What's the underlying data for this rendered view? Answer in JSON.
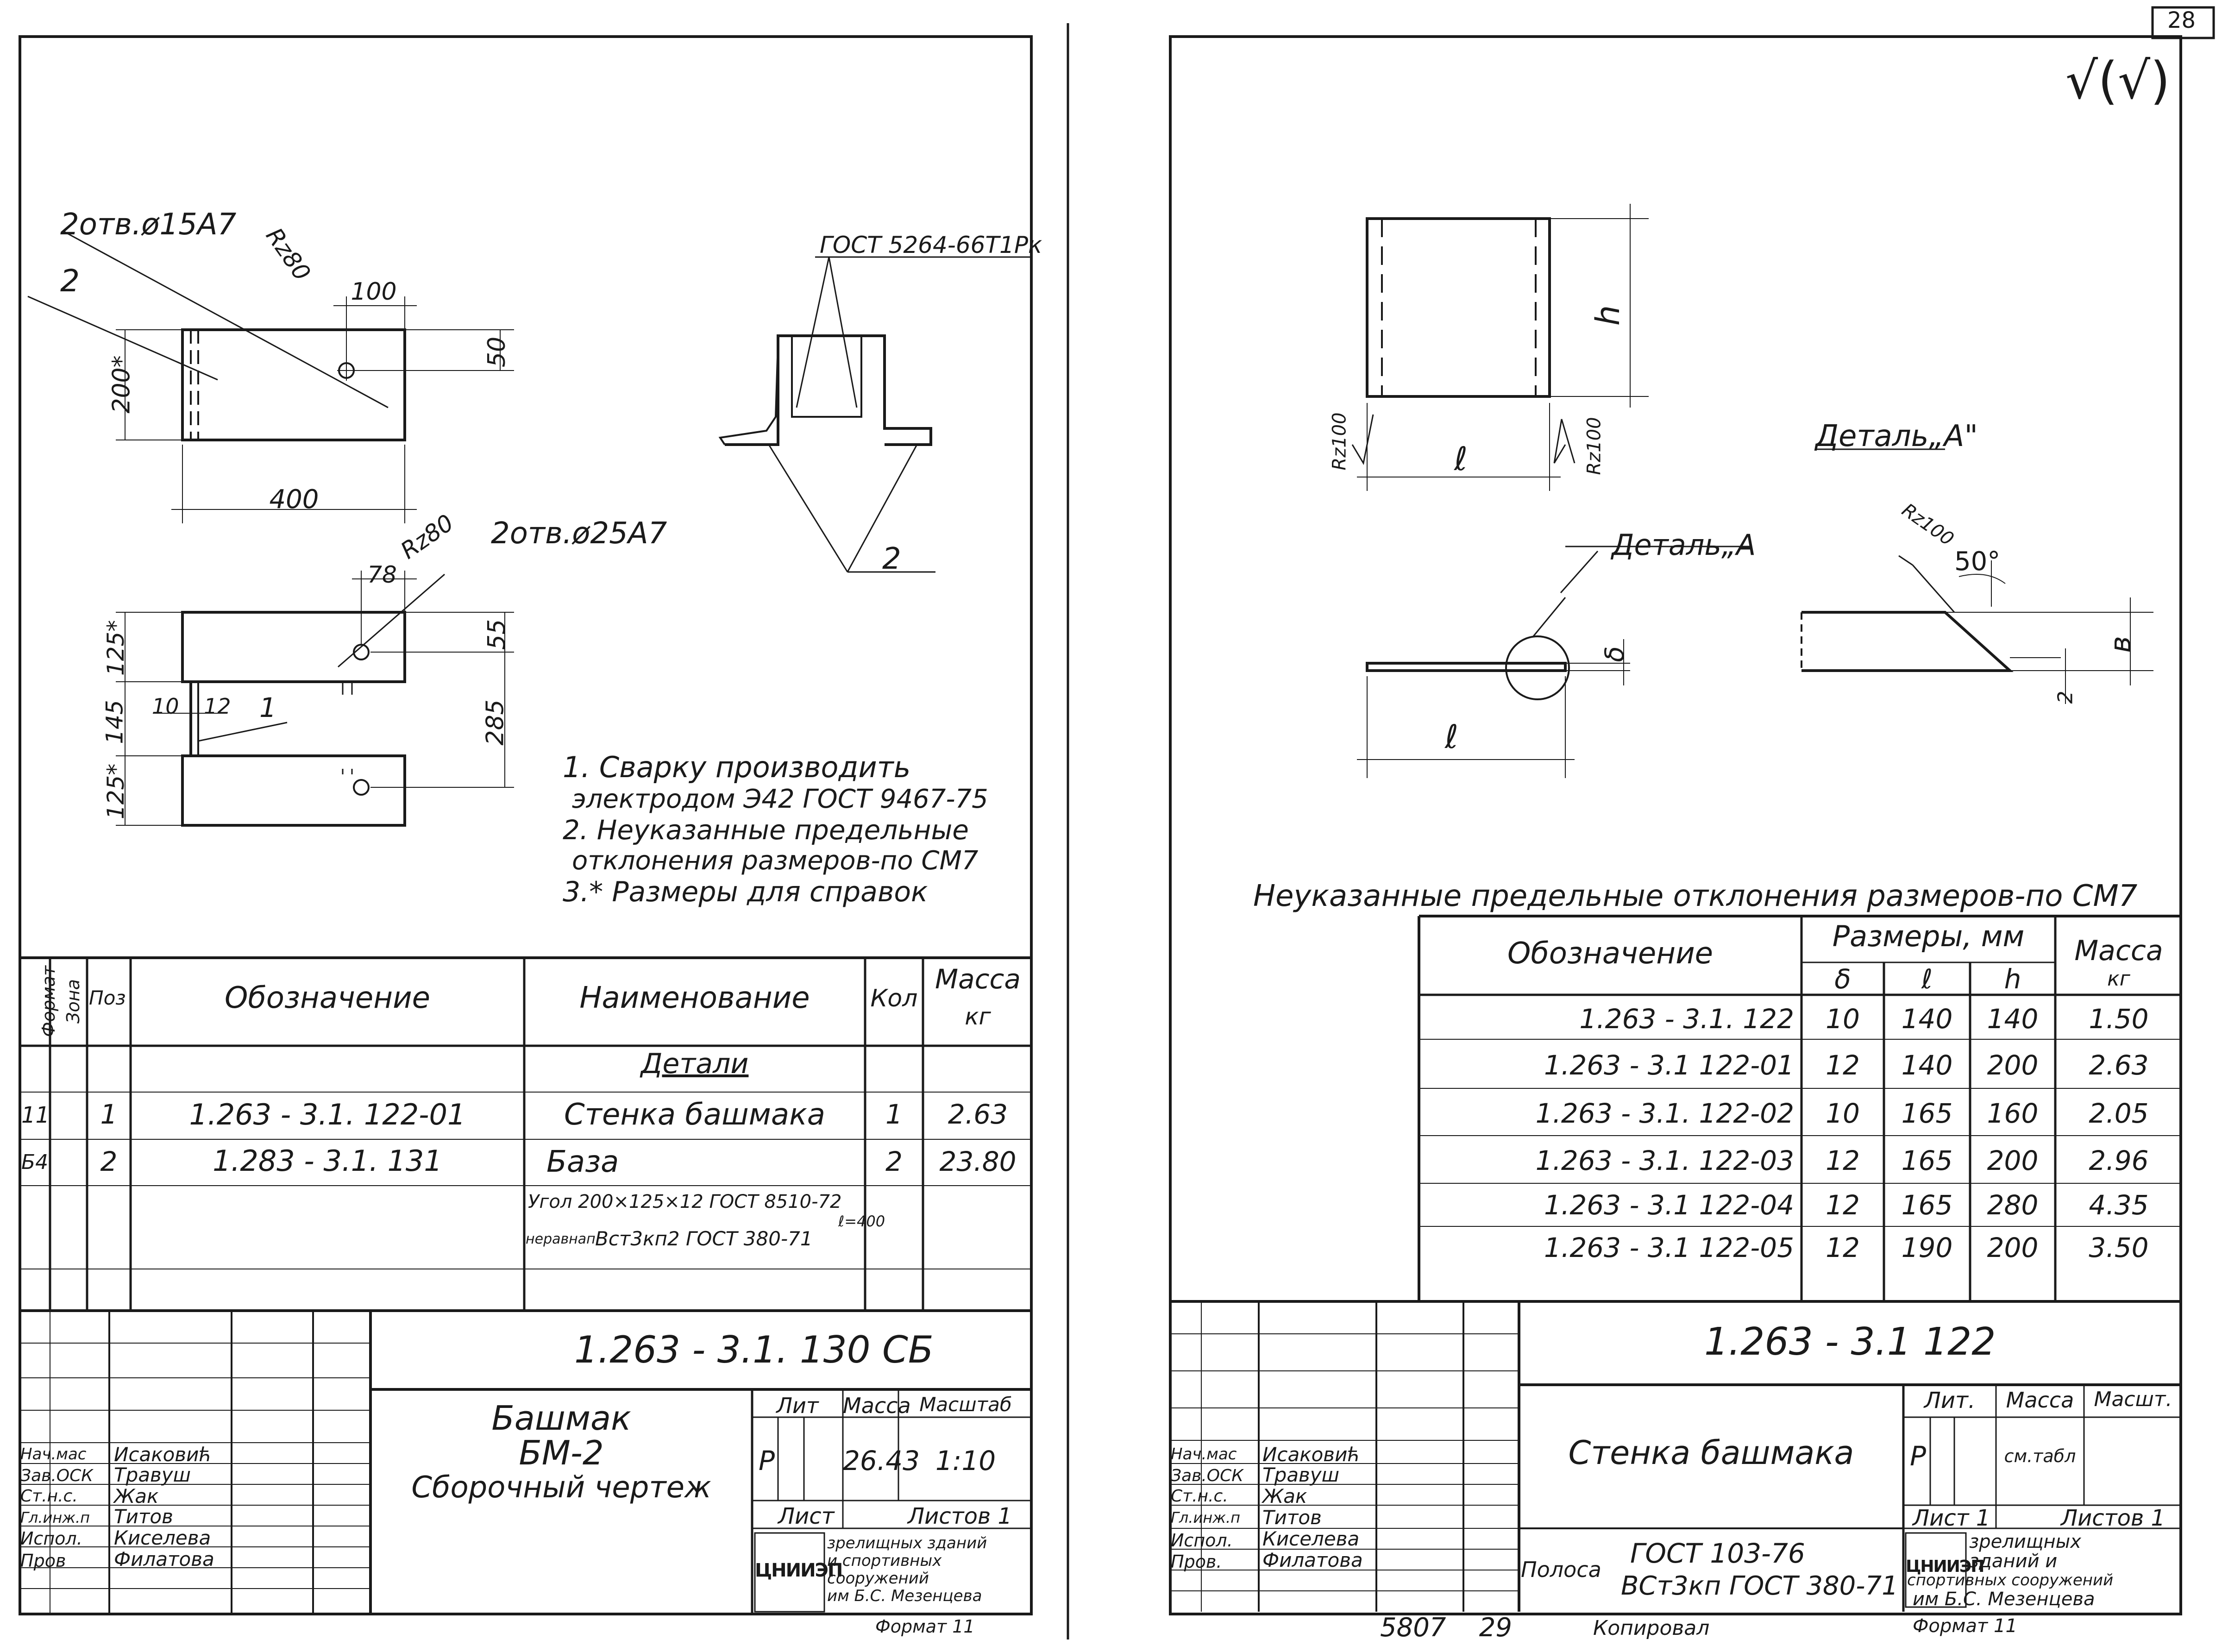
{
  "page_number": "28",
  "check_mark": "√(√)",
  "left": {
    "callouts": {
      "holes15": "2отв.ø15А7",
      "rz80_a": "Rz80",
      "rz80_b": "Rz80",
      "holes25": "2отв.ø25А7",
      "gost_weld": "ГОСТ 5264-66Т1Рк",
      "pos2_a": "2",
      "pos2_b": "2",
      "pos1": "1"
    },
    "dims": {
      "d100": "100",
      "d50": "50",
      "d200": "200*",
      "d400": "400",
      "d78": "78",
      "d55": "55",
      "d125a": "125*",
      "d145": "145",
      "d125b": "125*",
      "d10": "10",
      "d12": "12",
      "d285": "285"
    },
    "notes": [
      "1. Сварку производить",
      "электродом Э42 ГОСТ 9467-75",
      "2. Неуказанные предельные",
      "отклонения размеров-по СМ7",
      "3.* Размеры для справок"
    ],
    "spec": {
      "headers": {
        "format": "Формат",
        "zone": "Зона",
        "pos": "Поз",
        "designation": "Обозначение",
        "name": "Наименование",
        "qty": "Кол",
        "mass": "Масса",
        "mass_unit": "кг"
      },
      "section": "Детали",
      "rows": [
        {
          "format": "11",
          "pos": "1",
          "designation": "1.263 - 3.1.  122-01",
          "name": "Стенка башмака",
          "qty": "1",
          "mass": "2.63"
        },
        {
          "format": "Б4",
          "pos": "2",
          "designation": "1.283 - 3.1.  131",
          "name": "База",
          "qty": "2",
          "mass": "23.80"
        }
      ],
      "material_line1": "Угол 200×125×12 ГОСТ 8510-72",
      "material_length": "ℓ=400",
      "material_line2_prefix": "неравнап.",
      "material_line2": "Вст3кп2 ГОСТ 380-71"
    },
    "title": {
      "code": "1.263 - 3.1.  130 СБ",
      "name_line1": "Башмак",
      "name_line2": "БМ-2",
      "name_line3": "Сборочный чертеж",
      "lit_label": "Лит",
      "mass_label": "Масса",
      "scale_label": "Масштаб",
      "lit": "Р",
      "mass": "26.43",
      "scale": "1:10",
      "sheet_label": "Лист",
      "sheets_label": "Листов 1",
      "org_logo": "ЦНИИЭП",
      "org_line1": "зрелищных зданий",
      "org_line2": "и спортивных",
      "org_line3": "сооружений",
      "org_line4": "им Б.С. Мезенцева",
      "format": "Формат 11",
      "signers": [
        {
          "role": "Нач.мас",
          "name": "Исаковић"
        },
        {
          "role": "Зав.ОСК",
          "name": "Травуш"
        },
        {
          "role": "Ст.н.с.",
          "name": "Жак"
        },
        {
          "role": "Гл.инж.п",
          "name": "Титов"
        },
        {
          "role": "Испол.",
          "name": "Киселева"
        },
        {
          "role": "Пров",
          "name": "Филатова"
        }
      ]
    }
  },
  "right": {
    "labels": {
      "h": "h",
      "l_top": "ℓ",
      "rz100_a": "Rz100",
      "rz100_b": "Rz100",
      "detail_a_ref": "Деталь„А",
      "detail_a_title": "Деталь„А\"",
      "rz100_c": "Rz100",
      "angle": "50°",
      "delta": "δ",
      "l_bottom": "ℓ",
      "b": "в",
      "two": "2"
    },
    "note": "Неуказанные предельные отклонения размеров-по СМ7",
    "table": {
      "h_designation": "Обозначение",
      "h_sizes": "Размеры, мм",
      "h_delta": "δ",
      "h_l": "ℓ",
      "h_h": "h",
      "h_mass": "Масса",
      "h_mass_unit": "кг",
      "rows": [
        {
          "designation": "1.263 - 3.1.  122",
          "delta": "10",
          "l": "140",
          "h": "140",
          "mass": "1.50"
        },
        {
          "designation": "1.263 - 3.1  122-01",
          "delta": "12",
          "l": "140",
          "h": "200",
          "mass": "2.63"
        },
        {
          "designation": "1.263 - 3.1.  122-02",
          "delta": "10",
          "l": "165",
          "h": "160",
          "mass": "2.05"
        },
        {
          "designation": "1.263 - 3.1.  122-03",
          "delta": "12",
          "l": "165",
          "h": "200",
          "mass": "2.96"
        },
        {
          "designation": "1.263 - 3.1  122-04",
          "delta": "12",
          "l": "165",
          "h": "280",
          "mass": "4.35"
        },
        {
          "designation": "1.263 - 3.1  122-05",
          "delta": "12",
          "l": "190",
          "h": "200",
          "mass": "3.50"
        }
      ]
    },
    "title": {
      "code": "1.263 - 3.1  122",
      "name": "Стенка башмака",
      "lit_label": "Лит.",
      "mass_label": "Масса",
      "scale_label": "Масшт.",
      "lit": "Р",
      "mass": "см.табл",
      "sheet_label": "Лист 1",
      "sheets_label": "Листов 1",
      "material_prefix": "Полоса",
      "material_top": "ГОСТ 103-76",
      "material_bottom": "ВСт3кп ГОСТ 380-71",
      "org_logo": "ЦНИИЭП",
      "org_line1": "зрелищных",
      "org_line2": "зданий и",
      "org_line3": "спортивных сооружений",
      "org_line4": "им Б.С. Мезенцева",
      "format": "Формат 11",
      "bottom_nums": "5807    29",
      "copied": "Копировал",
      "signers": [
        {
          "role": "Нач.мас",
          "name": "Исаковић"
        },
        {
          "role": "Зав.ОСК",
          "name": "Травуш"
        },
        {
          "role": "Ст.н.с.",
          "name": "Жак"
        },
        {
          "role": "Гл.инж.п",
          "name": "Титов"
        },
        {
          "role": "Испол.",
          "name": "Киселева"
        },
        {
          "role": "Пров.",
          "name": "Филатова"
        }
      ]
    }
  }
}
